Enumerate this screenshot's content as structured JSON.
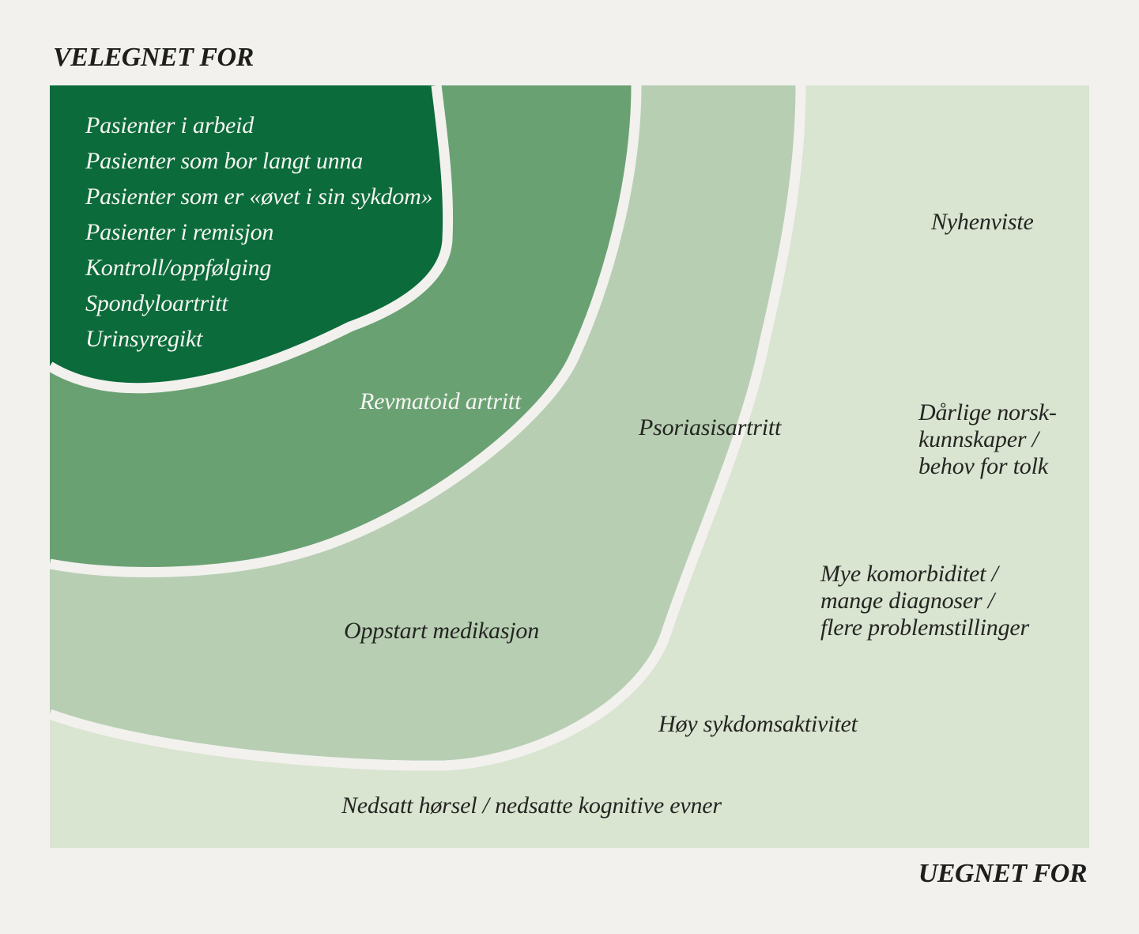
{
  "page": {
    "title_top": "VELEGNET FOR",
    "title_bottom": "UEGNET FOR"
  },
  "colors": {
    "background": "#f2f1ee",
    "ring1": "#0b6b3b",
    "ring2": "#6aa173",
    "ring3": "#b7ceb3",
    "ring4": "#d9e4d1",
    "separator": "#f2f1ee",
    "text_dark": "#242521",
    "text_light": "#f6f5f1"
  },
  "rings": {
    "ring1": {
      "items": [
        "Pasienter i arbeid",
        "Pasienter som bor langt unna",
        "Pasienter som er «øvet i sin sykdom»",
        "Pasienter i remisjon",
        "Kontroll/oppfølging",
        "Spondyloartritt",
        "Urinsyregikt"
      ]
    },
    "ring2": {
      "label": "Revmatoid artritt"
    },
    "ring3": {
      "label_psoriasisartritt": "Psoriasisartritt",
      "label_oppstart_medikasjon": "Oppstart medikasjon"
    },
    "ring4": {
      "label_nyhenviste": "Nyhenviste",
      "label_norskkunnskaper": "Dårlige norsk-\nkunnskaper /\nbehov for tolk",
      "label_komorbiditet": "Mye komorbiditet /\nmange diagnoser /\nflere problemstillinger",
      "label_sykdomsaktivitet": "Høy sykdomsaktivitet",
      "label_nedsatt_horsel": "Nedsatt hørsel / nedsatte kognitive evner"
    }
  }
}
